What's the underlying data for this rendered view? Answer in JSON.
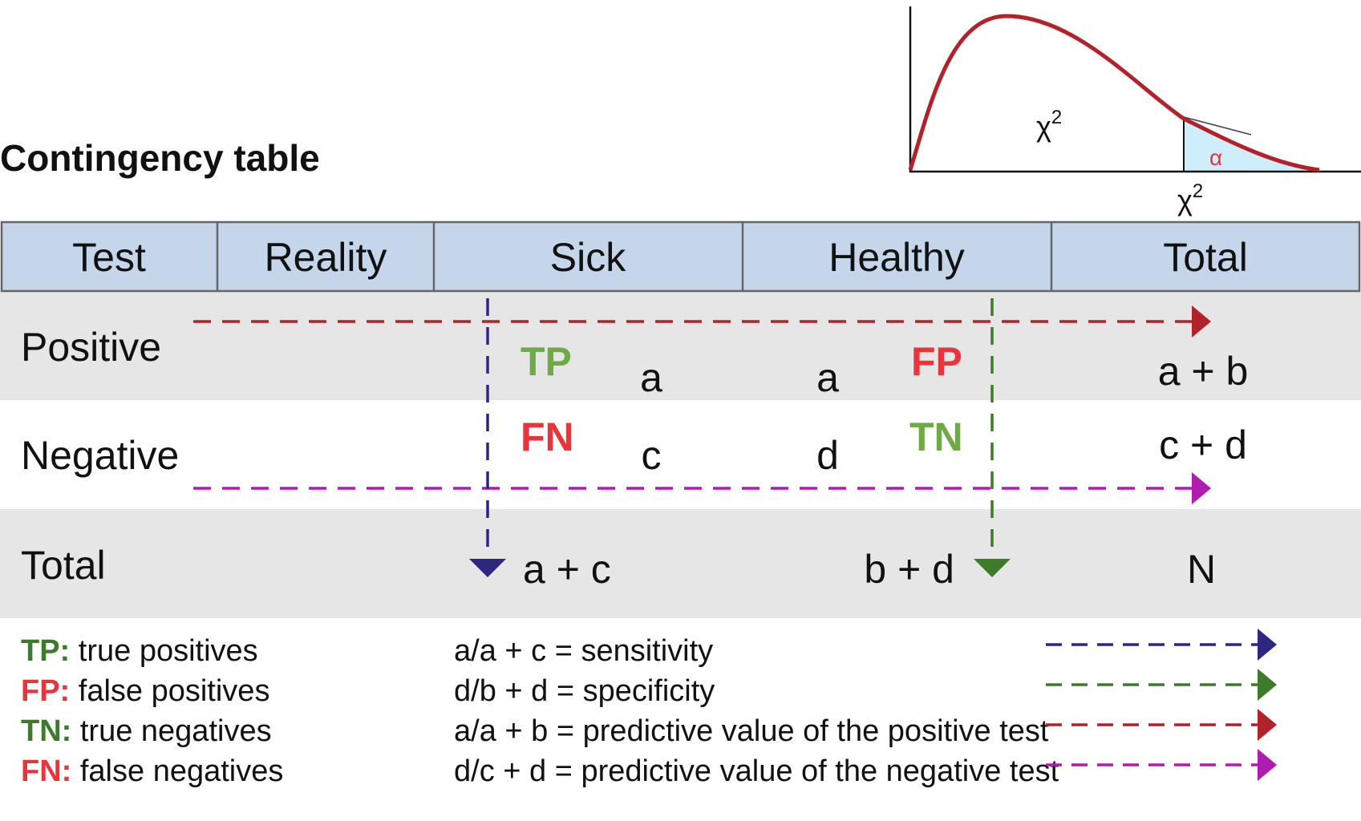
{
  "title": "Contingency table",
  "colors": {
    "header_fill": "#c5d5ea",
    "shaded_row": "#e6e6e6",
    "green": "#3d7a2a",
    "light_green": "#6eaa46",
    "red": "#e8343a",
    "dark_red": "#b2222a",
    "navy": "#2d2780",
    "magenta": "#b01cb0",
    "chi_fill": "#cdeefa",
    "curve": "#b2222a"
  },
  "chi_chart": {
    "center_label_base": "χ",
    "center_label_exp": "2",
    "critical_label_base": "χ",
    "critical_label_exp": "2",
    "alpha_label": "α"
  },
  "header": {
    "test": "Test",
    "reality": "Reality",
    "sick": "Sick",
    "healthy": "Healthy",
    "total": "Total"
  },
  "rows": {
    "positive": {
      "label": "Positive",
      "sick_tag": "TP",
      "sick_value": "a",
      "healthy_value": "a",
      "healthy_tag": "FP",
      "total": "a + b"
    },
    "negative": {
      "label": "Negative",
      "sick_tag": "FN",
      "sick_value": "c",
      "healthy_value": "d",
      "healthy_tag": "TN",
      "total": "c + d"
    },
    "total": {
      "label": "Total",
      "sick_total": "a + c",
      "healthy_total": "b + d",
      "grand_total": "N"
    }
  },
  "legend": [
    {
      "abbr": "TP:",
      "text": " true positives",
      "color": "#3d7a2a"
    },
    {
      "abbr": "FP:",
      "text": " false positives",
      "color": "#e8343a"
    },
    {
      "abbr": "TN:",
      "text": " true negatives",
      "color": "#3d7a2a"
    },
    {
      "abbr": "FN:",
      "text": " false negatives",
      "color": "#e8343a"
    }
  ],
  "formulas": [
    {
      "text": "a/a + c = sensitivity",
      "arrow_color": "#2d2780"
    },
    {
      "text": "d/b + d = specificity",
      "arrow_color": "#3d7a2a"
    },
    {
      "text": "a/a + b = predictive value of the positive test",
      "arrow_color": "#b2222a"
    },
    {
      "text": "d/c + d = predictive value of the negative test",
      "arrow_color": "#b01cb0"
    }
  ]
}
